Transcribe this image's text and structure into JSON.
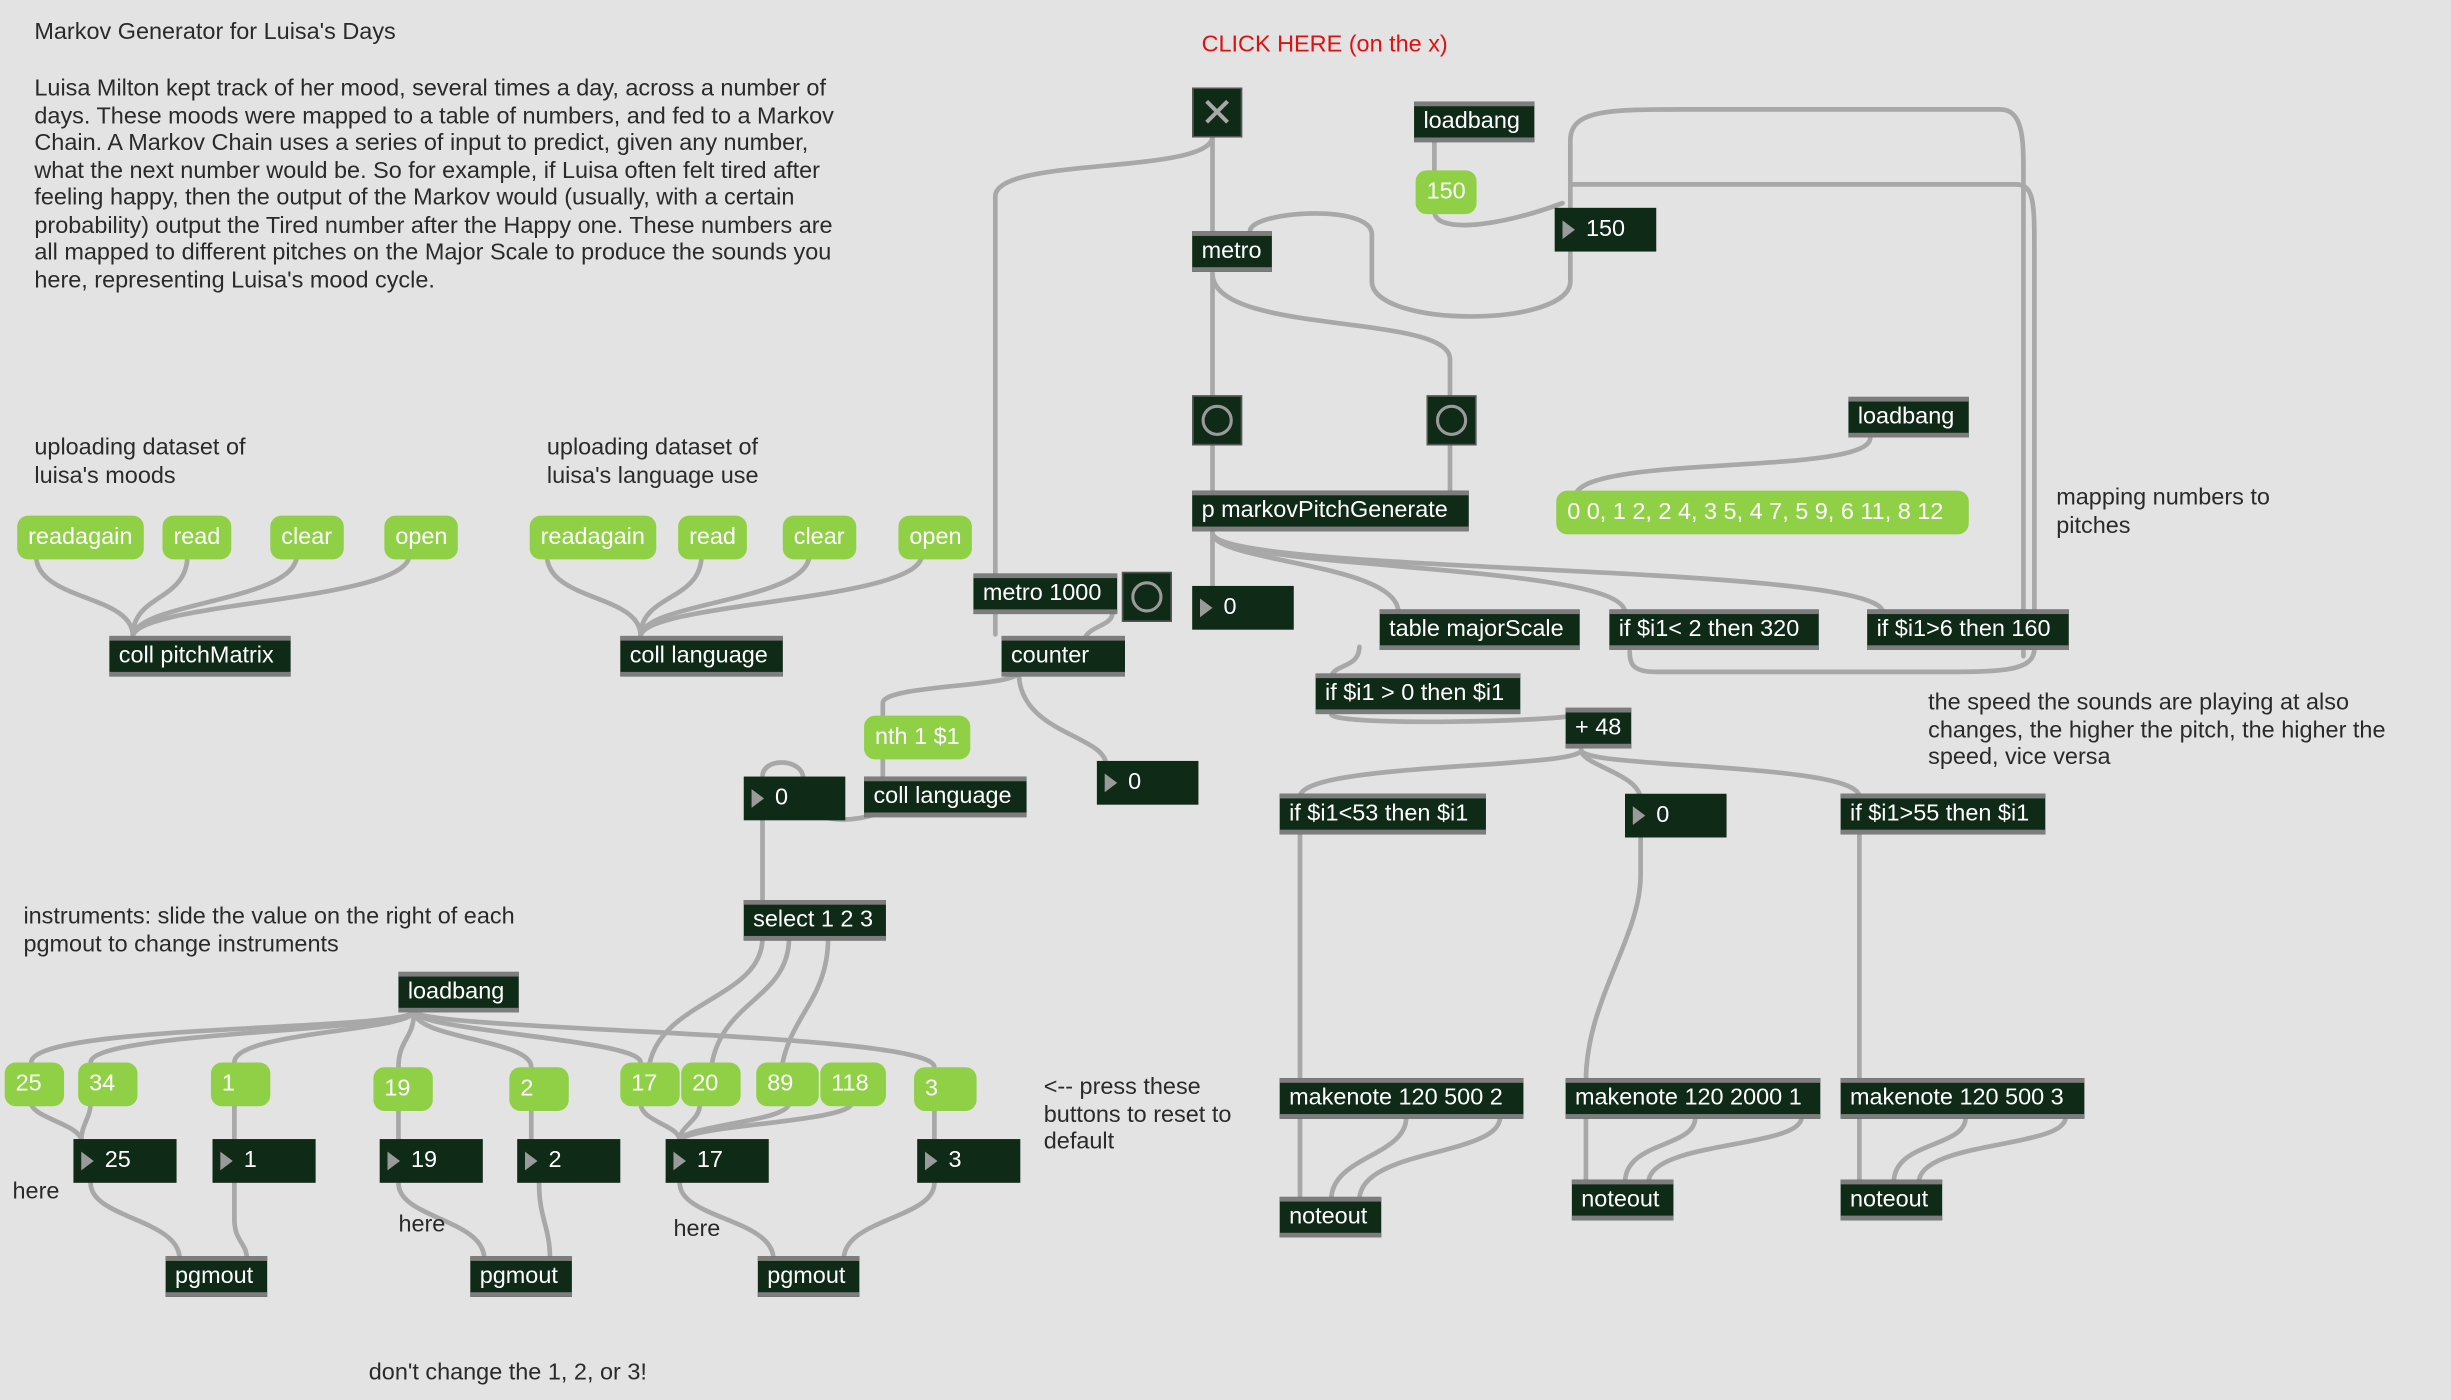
{
  "comments": {
    "title": "Markov Generator for Luisa's Days",
    "description": "Luisa Milton kept track of her mood, several times a day, across a number of days. These moods were mapped to a table of numbers, and fed to a Markov Chain. A Markov Chain uses a series of input to predict, given any number, what the next number would be. So for example, if Luisa often felt tired after feeling happy, then the output of the Markov would (usually, with a certain probability) output the Tired number after the Happy one. These numbers are all mapped to different pitches on the Major Scale to produce the sounds you here, representing Luisa's mood cycle.",
    "click_here": "CLICK HERE (on the x)",
    "upload_moods": "uploading dataset of luisa's moods",
    "upload_language": "uploading dataset of luisa's language use",
    "mapping": "mapping numbers to pitches",
    "speed": "the speed the sounds are playing at also changes, the higher the pitch, the higher the speed, vice versa",
    "instruments": "instruments: slide the value on the right of each pgmout to change instruments",
    "press_reset": "<-- press these buttons to reset to default",
    "here_1": "here",
    "here_2": "here",
    "here_3": "here",
    "dont_change": "don't change the 1, 2, or 3!"
  },
  "objects": {
    "loadbang_top": "loadbang",
    "metro": "metro",
    "loadbang_mid": "loadbang",
    "p_markov": "p markovPitchGenerate",
    "coll_pitch": "coll pitchMatrix",
    "coll_language": "coll language",
    "metro_1000": "metro 1000",
    "counter": "counter",
    "table_major": "table majorScale",
    "if_lt2": "if $i1< 2 then 320",
    "if_gt6": "if $i1>6 then 160",
    "if_gt0": "if $i1 > 0 then $i1",
    "plus48": "+ 48",
    "coll_language2": "coll language",
    "select": "select 1 2 3",
    "if_lt53": "if $i1<53 then $i1",
    "if_gt55": "if $i1>55 then $i1",
    "loadbang_bottom": "loadbang",
    "makenote_1": "makenote 120 500 2",
    "makenote_2": "makenote 120 2000 1",
    "makenote_3": "makenote 120 500 3",
    "noteout_1": "noteout",
    "noteout_2": "noteout",
    "noteout_3": "noteout",
    "pgmout_1": "pgmout",
    "pgmout_2": "pgmout",
    "pgmout_3": "pgmout"
  },
  "messages": {
    "m150": "150",
    "mapping_list": "0 0, 1 2, 2 4, 3 5, 4 7, 5 9, 6 11, 8 12",
    "readagain_1": "readagain",
    "read_1": "read",
    "clear_1": "clear",
    "open_1": "open",
    "readagain_2": "readagain",
    "read_2": "read",
    "clear_2": "clear",
    "open_2": "open",
    "nth": "nth 1 $1",
    "p25": "25",
    "p34": "34",
    "p1": "1",
    "p19": "19",
    "p2": "2",
    "p17": "17",
    "p20": "20",
    "p89": "89",
    "p118": "118",
    "p3": "3"
  },
  "numbers": {
    "n150": "150",
    "n_markov": "0",
    "n_counter": "0",
    "n_select": "0",
    "n_plus": "0",
    "n25": "25",
    "n1": "1",
    "n19": "19",
    "n2": "2",
    "n17": "17",
    "n3": "3"
  },
  "colors": {
    "background": "#e3e3e3",
    "object_fill": "#0f2a17",
    "message_fill": "#90d046",
    "patch_cord": "#a8a8a8",
    "highlight_text": "#e01010"
  }
}
